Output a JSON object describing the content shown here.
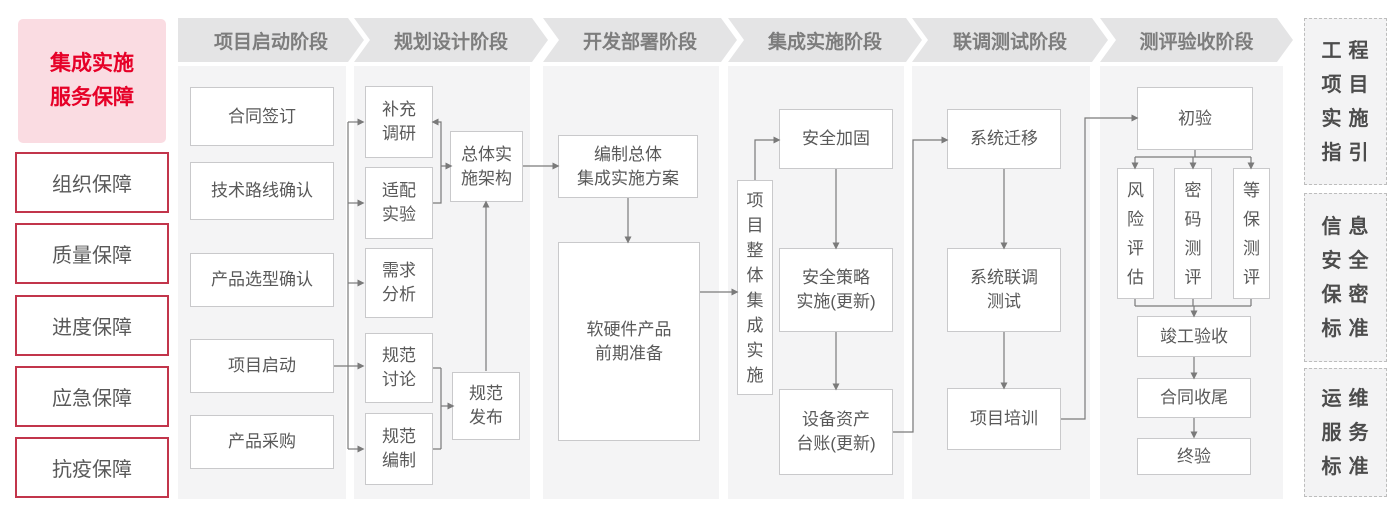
{
  "page": {
    "sidebar": {
      "title": "集成实施\n服务保障",
      "items": [
        "组织保障",
        "质量保障",
        "进度保障",
        "应急保障",
        "抗疫保障"
      ]
    },
    "phases": [
      "项目启动阶段",
      "规划设计阶段",
      "开发部署阶段",
      "集成实施阶段",
      "联调测试阶段",
      "测评验收阶段"
    ],
    "nodes": {
      "contract_signing": "合同签订",
      "tech_route_confirm": "技术路线确认",
      "product_selection_confirm": "产品选型确认",
      "project_kickoff": "项目启动",
      "product_purchase": "产品采购",
      "supplement_research": "补充\n调研",
      "adaptation_experiment": "适配\n实验",
      "requirement_analysis": "需求\n分析",
      "spec_discussion": "规范\n讨论",
      "spec_compilation": "规范\n编制",
      "overall_impl_architecture": "总体实\n施架构",
      "spec_release": "规范\n发布",
      "overall_integration_plan": "编制总体\n集成实施方案",
      "hw_sw_preparation": "软硬件产品\n前期准备",
      "overall_integration_impl": "项\n目\n整\n体\n集\n成\n实\n施",
      "security_hardening": "安全加固",
      "security_policy_impl": "安全策略\n实施(更新)",
      "asset_ledger_update": "设备资产\n台账(更新)",
      "system_migration": "系统迁移",
      "system_joint_test": "系统联调\n测试",
      "project_training": "项目培训",
      "initial_acceptance": "初验",
      "risk_assessment": "风\n险\n评\n估",
      "crypto_evaluation": "密\n码\n测\n评",
      "mlps_evaluation": "等\n保\n测\n评",
      "completion_acceptance": "竣工验收",
      "contract_closure": "合同收尾",
      "final_acceptance": "终验"
    },
    "standards": [
      "工程\n项目\n实施\n指引",
      "信息\n安全\n保密\n标准",
      "运维\n服务\n标准"
    ],
    "colors": {
      "accent_red": "#e60128",
      "sidebar_border_red": "#c2354b",
      "pink_background": "#fadce2",
      "column_background": "#f4f4f5",
      "header_background": "#e4e4e5",
      "node_border": "#c9c9cb",
      "text_gray": "#595959",
      "connector_gray": "#7a7a7a"
    }
  }
}
